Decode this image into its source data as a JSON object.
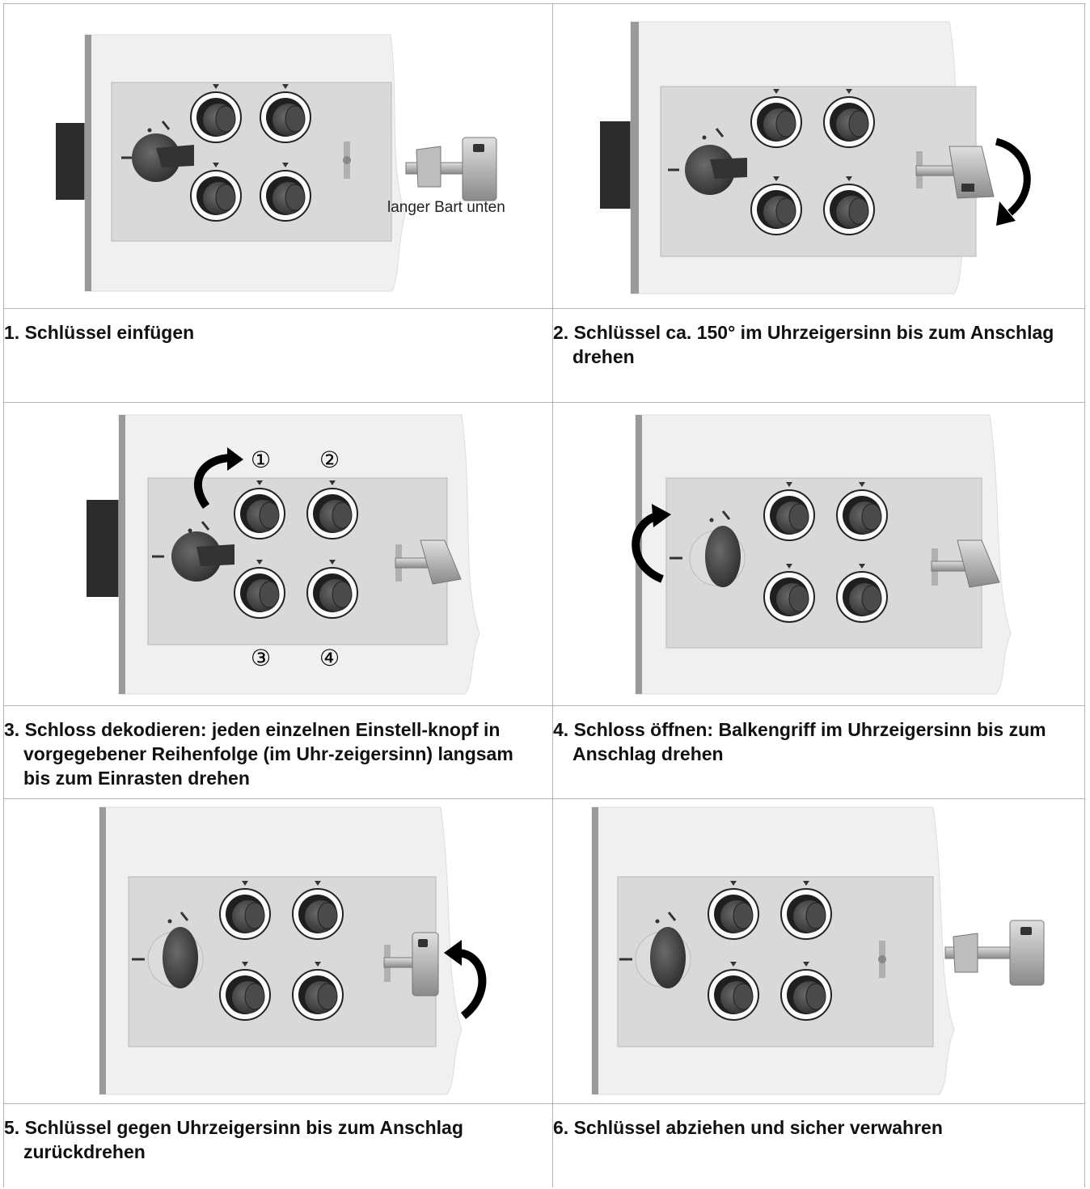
{
  "steps": [
    {
      "caption": "1. Schlüssel einfügen",
      "annotation": "langer Bart unten"
    },
    {
      "caption": "2. Schlüssel ca. 150° im Uhrzeigersinn bis zum Anschlag drehen"
    },
    {
      "caption": "3. Schloss dekodieren: jeden einzelnen Einstell-knopf in vorgegebener Reihenfolge (im Uhr-zeigersinn) langsam bis zum Einrasten drehen",
      "order_marks": [
        "①",
        "②",
        "③",
        "④"
      ]
    },
    {
      "caption": "4. Schloss öffnen: Balkengriff im Uhrzeigersinn bis zum Anschlag drehen"
    },
    {
      "caption": "5. Schlüssel gegen Uhrzeigersinn bis zum Anschlag zurückdrehen"
    },
    {
      "caption": "6. Schlüssel abziehen und sicher verwahren"
    }
  ],
  "colors": {
    "door": "#f1f1f1",
    "plate": "#dadada",
    "knob": "#3c3c3c",
    "bolt": "#2b2b2b",
    "grid_line": "#b4b4b4"
  }
}
